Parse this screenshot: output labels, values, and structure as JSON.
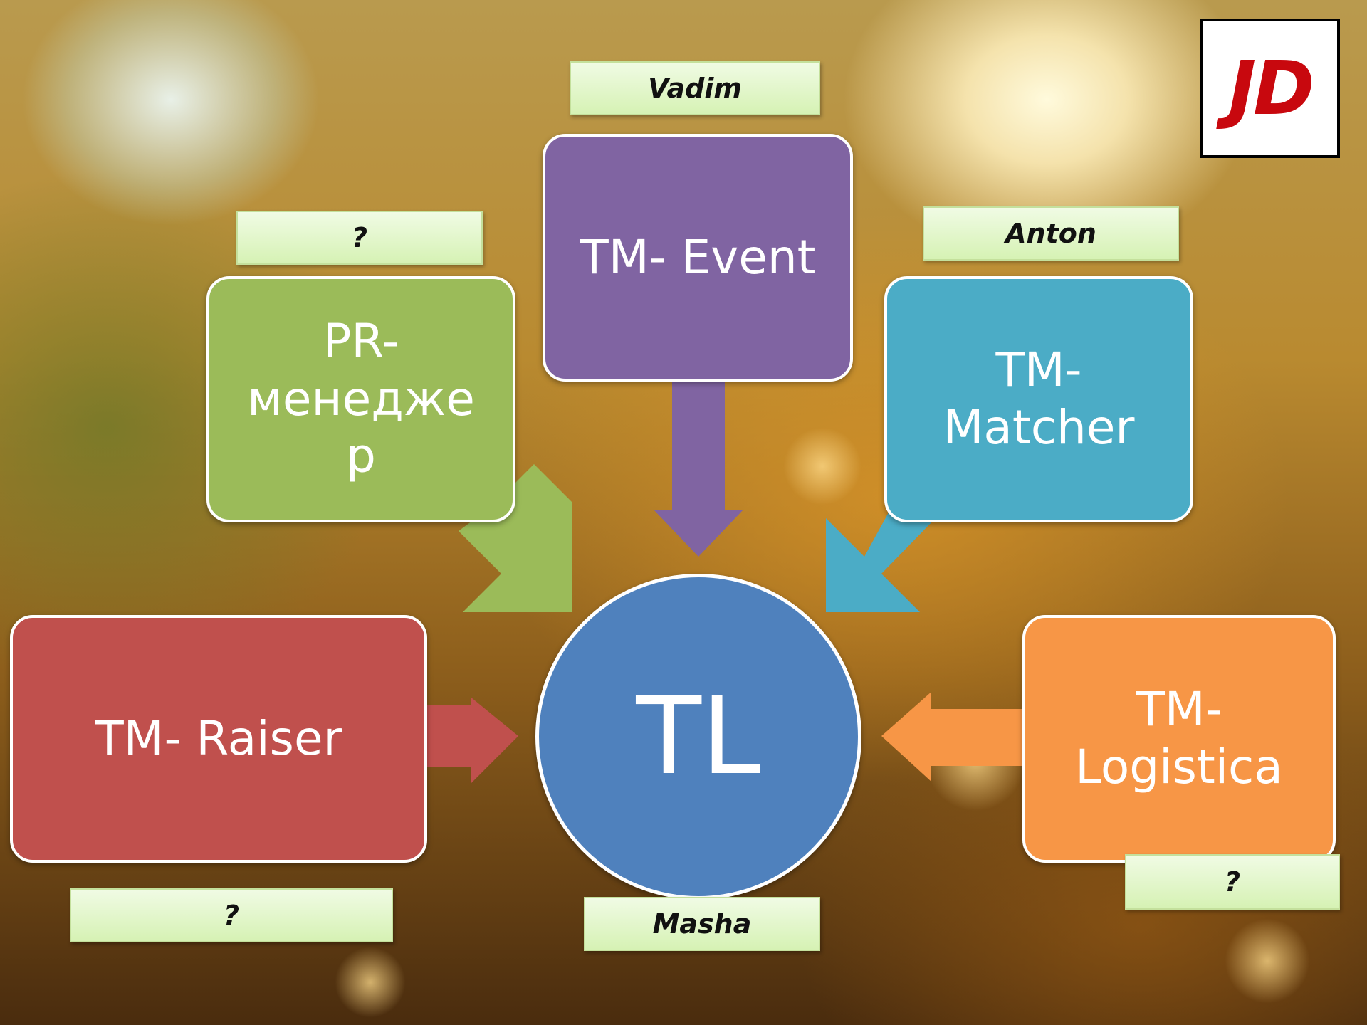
{
  "colors": {
    "pr": "#9bbb59",
    "event": "#8064a2",
    "matcher": "#4bacc6",
    "raiser": "#c0504d",
    "logistica": "#f79646",
    "tl": "#4f81bd",
    "logo_text": "#c8080e"
  },
  "logo": {
    "text": "JD"
  },
  "center": {
    "label": "TL",
    "person": "Masha"
  },
  "nodes": {
    "pr": {
      "lines": [
        "PR-",
        "менедже",
        "р"
      ],
      "person": "?"
    },
    "event": {
      "lines": [
        "TM- Event"
      ],
      "person": "Vadim"
    },
    "matcher": {
      "lines": [
        "TM-",
        "Matcher"
      ],
      "person": "Anton"
    },
    "raiser": {
      "lines": [
        "TM- Raiser"
      ],
      "person": "?"
    },
    "logistica": {
      "lines": [
        "TM-",
        "Logistica"
      ],
      "person": "?"
    }
  }
}
